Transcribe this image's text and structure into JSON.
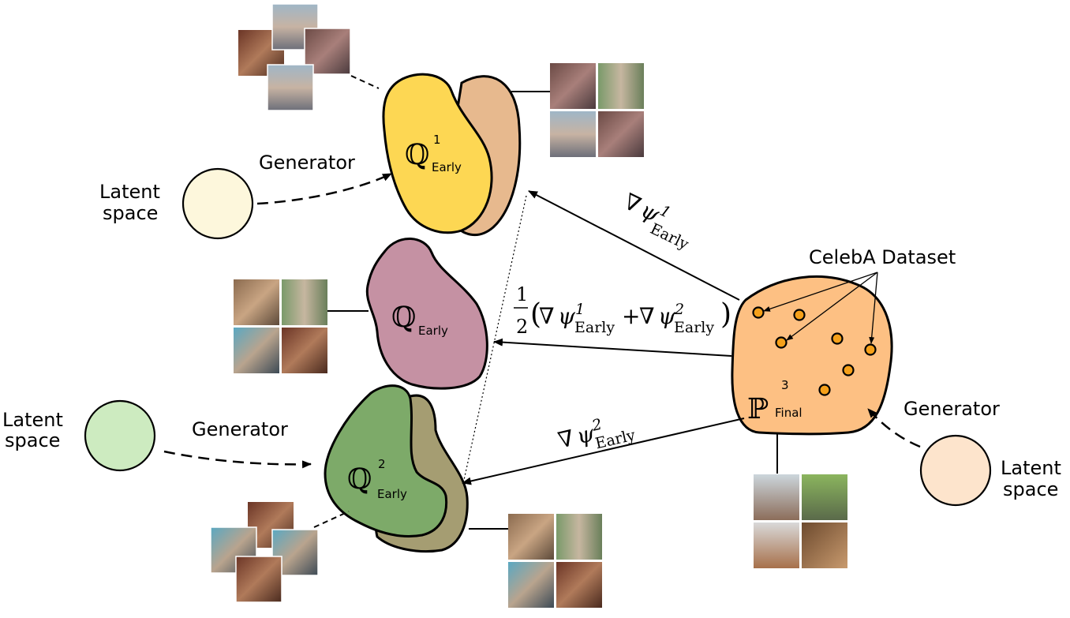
{
  "labels": {
    "latent_top": [
      "Latent",
      "space"
    ],
    "latent_mid": [
      "Latent",
      "space"
    ],
    "latent_right": [
      "Latent",
      "space"
    ],
    "generator_top": "Generator",
    "generator_mid": "Generator",
    "generator_right": "Generator",
    "celeba": "CelebA Dataset"
  },
  "distributions": {
    "q1": {
      "symbol": "ℚ",
      "sup": "1",
      "sub": "Early"
    },
    "q": {
      "symbol": "ℚ",
      "sub": "Early"
    },
    "q2": {
      "symbol": "ℚ",
      "sup": "2",
      "sub": "Early"
    },
    "p3": {
      "symbol": "ℙ",
      "sup": "3",
      "sub": "Final"
    }
  },
  "gradients": {
    "g1": {
      "nabla": "∇",
      "psi": "ψ",
      "sup": "1",
      "sub": "Early"
    },
    "g2": {
      "nabla": "∇",
      "psi": "ψ",
      "sup": "2",
      "sub": "Early"
    },
    "avg": {
      "num": "1",
      "den": "2",
      "open": "(",
      "close": ")",
      "plus": "+",
      "t1": {
        "nabla": "∇",
        "psi": "ψ",
        "sup": "1",
        "sub": "Early"
      },
      "t2": {
        "nabla": "∇",
        "psi": "ψ",
        "sup": "2",
        "sub": "Early"
      }
    }
  },
  "colors": {
    "q1_front": "#fdd753",
    "q1_back": "#e7b98e",
    "q_mid": "#c591a3",
    "q2_front": "#7daa69",
    "q2_back": "#a59d72",
    "p3": "#fdc083",
    "dot": "#f5a01a",
    "latent_top": "#fdf7dc",
    "latent_mid": "#cdebc0",
    "latent_right": "#fde4cc"
  }
}
